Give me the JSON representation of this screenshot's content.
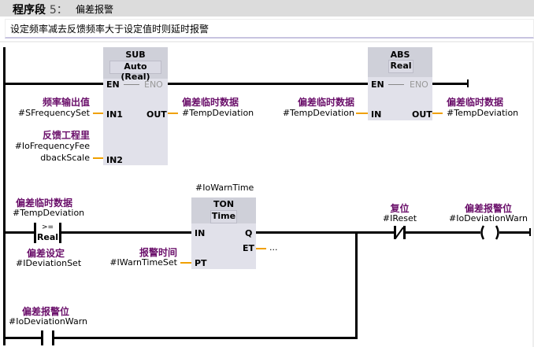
{
  "network": {
    "title_prefix": "程序段",
    "number": "5：",
    "name": "偏差报警",
    "comment": "设定频率减去反馈频率大于设定值时则延时报警"
  },
  "sub_block": {
    "title": "SUB",
    "type": "Auto (Real)",
    "en": "EN",
    "eno": "ENO",
    "in1": "IN1",
    "in2": "IN2",
    "out": "OUT",
    "in1_comment": "频率输出值",
    "in1_var": "#SFrequencySet",
    "in2_comment": "反馈工程里",
    "in2_var_line1": "#IoFrequencyFee",
    "in2_var_line2": "dbackScale",
    "out_comment": "偏差临时数据",
    "out_var": "#TempDeviation"
  },
  "abs_block": {
    "title": "ABS",
    "type": "Real",
    "en": "EN",
    "eno": "ENO",
    "in": "IN",
    "out": "OUT",
    "in_comment": "偏差临时数据",
    "in_var": "#TempDeviation",
    "out_comment": "偏差临时数据",
    "out_var": "#TempDeviation"
  },
  "compare": {
    "op": ">=",
    "type": "Real",
    "top_comment": "偏差临时数据",
    "top_var": "#TempDeviation",
    "bottom_comment": "偏差设定",
    "bottom_var": "#IDeviationSet"
  },
  "ton_block": {
    "instance": "#IoWarnTime",
    "title": "TON",
    "type": "Time",
    "in": "IN",
    "pt": "PT",
    "q": "Q",
    "et": "ET",
    "pt_comment": "报警时间",
    "pt_var": "#IWarnTimeSet",
    "et_value": "..."
  },
  "reset_contact": {
    "comment": "复位",
    "var": "#IReset"
  },
  "coil": {
    "comment": "偏差报警位",
    "var": "#IoDeviationWarn"
  },
  "hold_contact": {
    "comment": "偏差报警位",
    "var": "#IoDeviationWarn"
  }
}
